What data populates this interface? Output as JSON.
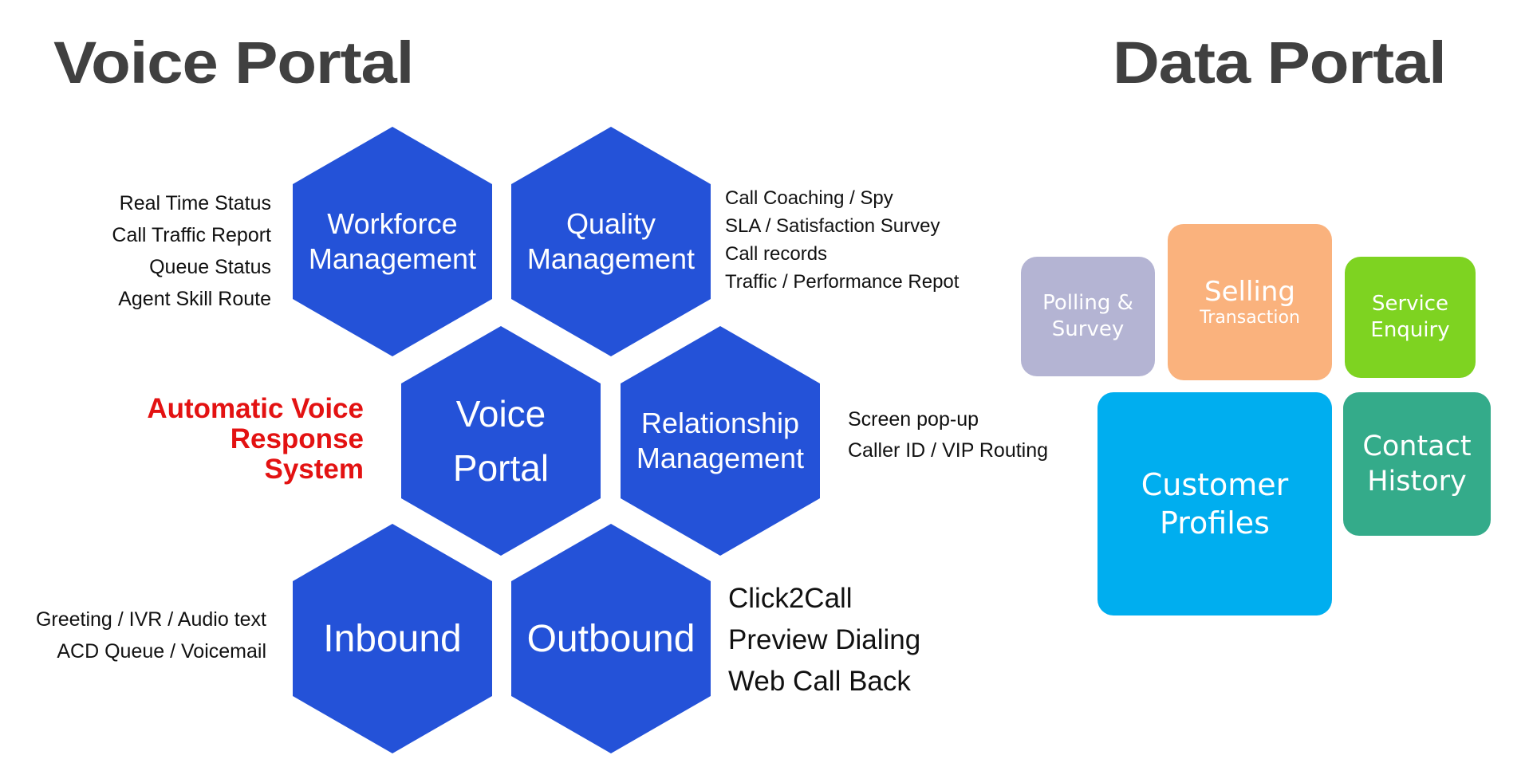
{
  "headings": {
    "voice_portal": "Voice Portal",
    "data_portal": "Data Portal"
  },
  "colors": {
    "hex_fill": "#2452D8",
    "heading": "#404040",
    "avrs_red": "#E31212",
    "polling": "#B4B4D3",
    "selling": "#FAB27D",
    "service": "#7ED321",
    "customer": "#00AEEF",
    "contact": "#34AB8A"
  },
  "hexes": {
    "workforce": "Workforce\nManagement",
    "quality": "Quality\nManagement",
    "voice_portal": "Voice\nPortal",
    "relationship": "Relationship\nManagement",
    "inbound": "Inbound",
    "outbound": "Outbound"
  },
  "notes": {
    "workforce": [
      "Real Time Status",
      "Call Traffic Report",
      "Queue Status",
      "Agent Skill Route"
    ],
    "quality": [
      "Call Coaching / Spy",
      "SLA / Satisfaction Survey",
      "Call records",
      "Traffic / Performance Repot"
    ],
    "relationship": [
      "Screen pop-up",
      "Caller ID / VIP Routing"
    ],
    "inbound": [
      "Greeting / IVR / Audio text",
      "ACD Queue / Voicemail"
    ],
    "outbound": [
      "Click2Call",
      "Preview Dialing",
      "Web Call Back"
    ]
  },
  "avrs": "Automatic Voice\nResponse\nSystem",
  "tiles": {
    "polling": "Polling &\nSurvey",
    "selling_title": "Selling",
    "selling_sub": "Transaction",
    "service": "Service\nEnquiry",
    "customer": "Customer\nProfiles",
    "contact": "Contact\nHistory"
  }
}
